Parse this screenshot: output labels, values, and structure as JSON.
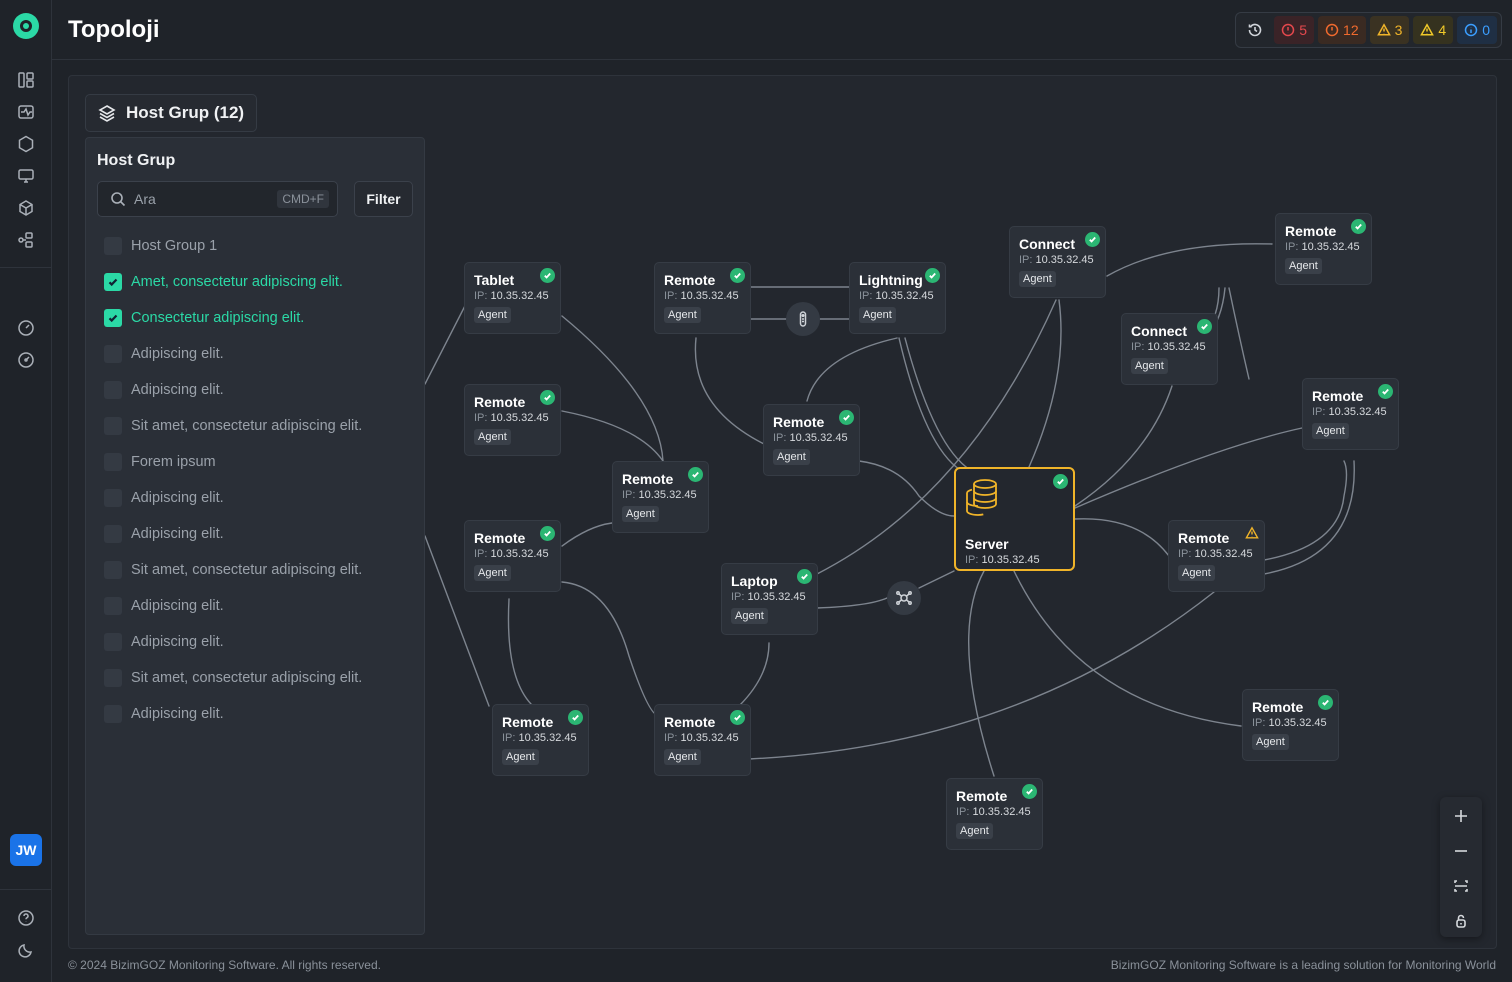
{
  "app": {
    "title": "Topoloji",
    "user_initials": "JW"
  },
  "alerts": [
    {
      "icon": "error-circle-icon",
      "count": "5",
      "color": "#e5484d",
      "bg": "#3a2327"
    },
    {
      "icon": "error-circle-icon",
      "count": "12",
      "color": "#f06a2e",
      "bg": "#3a2a22"
    },
    {
      "icon": "warning-triangle-icon",
      "count": "3",
      "color": "#f0b429",
      "bg": "#3a3222"
    },
    {
      "icon": "warning-triangle-icon",
      "count": "4",
      "color": "#f0c929",
      "bg": "#35321f"
    },
    {
      "icon": "info-circle-icon",
      "count": "0",
      "color": "#3b9eff",
      "bg": "#1f2f44"
    }
  ],
  "host_group_button": "Host Grup (12)",
  "panel": {
    "title": "Host Grup",
    "search_placeholder": "Ara",
    "search_shortcut": "CMD+F",
    "filter_label": "Filter",
    "items": [
      {
        "label": "Host Group 1",
        "checked": false
      },
      {
        "label": "Amet, consectetur adipiscing elit.",
        "checked": true
      },
      {
        "label": "Consectetur adipiscing elit.",
        "checked": true
      },
      {
        "label": "Adipiscing elit.",
        "checked": false
      },
      {
        "label": "Adipiscing elit.",
        "checked": false
      },
      {
        "label": "Sit amet, consectetur adipiscing elit.",
        "checked": false
      },
      {
        "label": "Forem ipsum",
        "checked": false
      },
      {
        "label": "Adipiscing elit.",
        "checked": false
      },
      {
        "label": "Adipiscing elit.",
        "checked": false
      },
      {
        "label": "Sit amet, consectetur adipiscing elit.",
        "checked": false
      },
      {
        "label": "Adipiscing elit.",
        "checked": false
      },
      {
        "label": "Adipiscing elit.",
        "checked": false
      },
      {
        "label": "Sit amet, consectetur adipiscing elit.",
        "checked": false
      },
      {
        "label": "Adipiscing elit.",
        "checked": false
      }
    ]
  },
  "ip_label": "IP:",
  "nodes": [
    {
      "id": "tablet",
      "name": "Tablet",
      "ip": "10.35.32.45",
      "tag": "Agent",
      "status": "ok"
    },
    {
      "id": "remote1",
      "name": "Remote",
      "ip": "10.35.32.45",
      "tag": "Agent",
      "status": "ok"
    },
    {
      "id": "lightning",
      "name": "Lightning",
      "ip": "10.35.32.45",
      "tag": "Agent",
      "status": "ok"
    },
    {
      "id": "connect1",
      "name": "Connect",
      "ip": "10.35.32.45",
      "tag": "Agent",
      "status": "ok"
    },
    {
      "id": "remote_tr",
      "name": "Remote",
      "ip": "10.35.32.45",
      "tag": "Agent",
      "status": "ok"
    },
    {
      "id": "connect2",
      "name": "Connect",
      "ip": "10.35.32.45",
      "tag": "Agent",
      "status": "ok"
    },
    {
      "id": "remote_l2",
      "name": "Remote",
      "ip": "10.35.32.45",
      "tag": "Agent",
      "status": "ok"
    },
    {
      "id": "remote_mid",
      "name": "Remote",
      "ip": "10.35.32.45",
      "tag": "Agent",
      "status": "ok"
    },
    {
      "id": "remote_r2",
      "name": "Remote",
      "ip": "10.35.32.45",
      "tag": "Agent",
      "status": "ok"
    },
    {
      "id": "remote_c",
      "name": "Remote",
      "ip": "10.35.32.45",
      "tag": "Agent",
      "status": "ok"
    },
    {
      "id": "remote_l3",
      "name": "Remote",
      "ip": "10.35.32.45",
      "tag": "Agent",
      "status": "ok"
    },
    {
      "id": "laptop",
      "name": "Laptop",
      "ip": "10.35.32.45",
      "tag": "Agent",
      "status": "ok"
    },
    {
      "id": "remote_warn",
      "name": "Remote",
      "ip": "10.35.32.45",
      "tag": "Agent",
      "status": "warn"
    },
    {
      "id": "remote_b1",
      "name": "Remote",
      "ip": "10.35.32.45",
      "tag": "Agent",
      "status": "ok"
    },
    {
      "id": "remote_b2",
      "name": "Remote",
      "ip": "10.35.32.45",
      "tag": "Agent",
      "status": "ok"
    },
    {
      "id": "remote_br",
      "name": "Remote",
      "ip": "10.35.32.45",
      "tag": "Agent",
      "status": "ok"
    },
    {
      "id": "remote_bc",
      "name": "Remote",
      "ip": "10.35.32.45",
      "tag": "Agent",
      "status": "ok"
    }
  ],
  "server": {
    "name": "Server",
    "ip": "10.35.32.45",
    "status": "ok"
  },
  "footer": {
    "left": "© 2024 BizimGOZ Monitoring Software. All rights reserved.",
    "right": "BizimGOZ Monitoring Software is a leading solution for Monitoring World"
  },
  "colors": {
    "accent": "#2bd9a6",
    "server_border": "#f0b429",
    "ok": "#2bb673",
    "warn": "#f0b429"
  }
}
